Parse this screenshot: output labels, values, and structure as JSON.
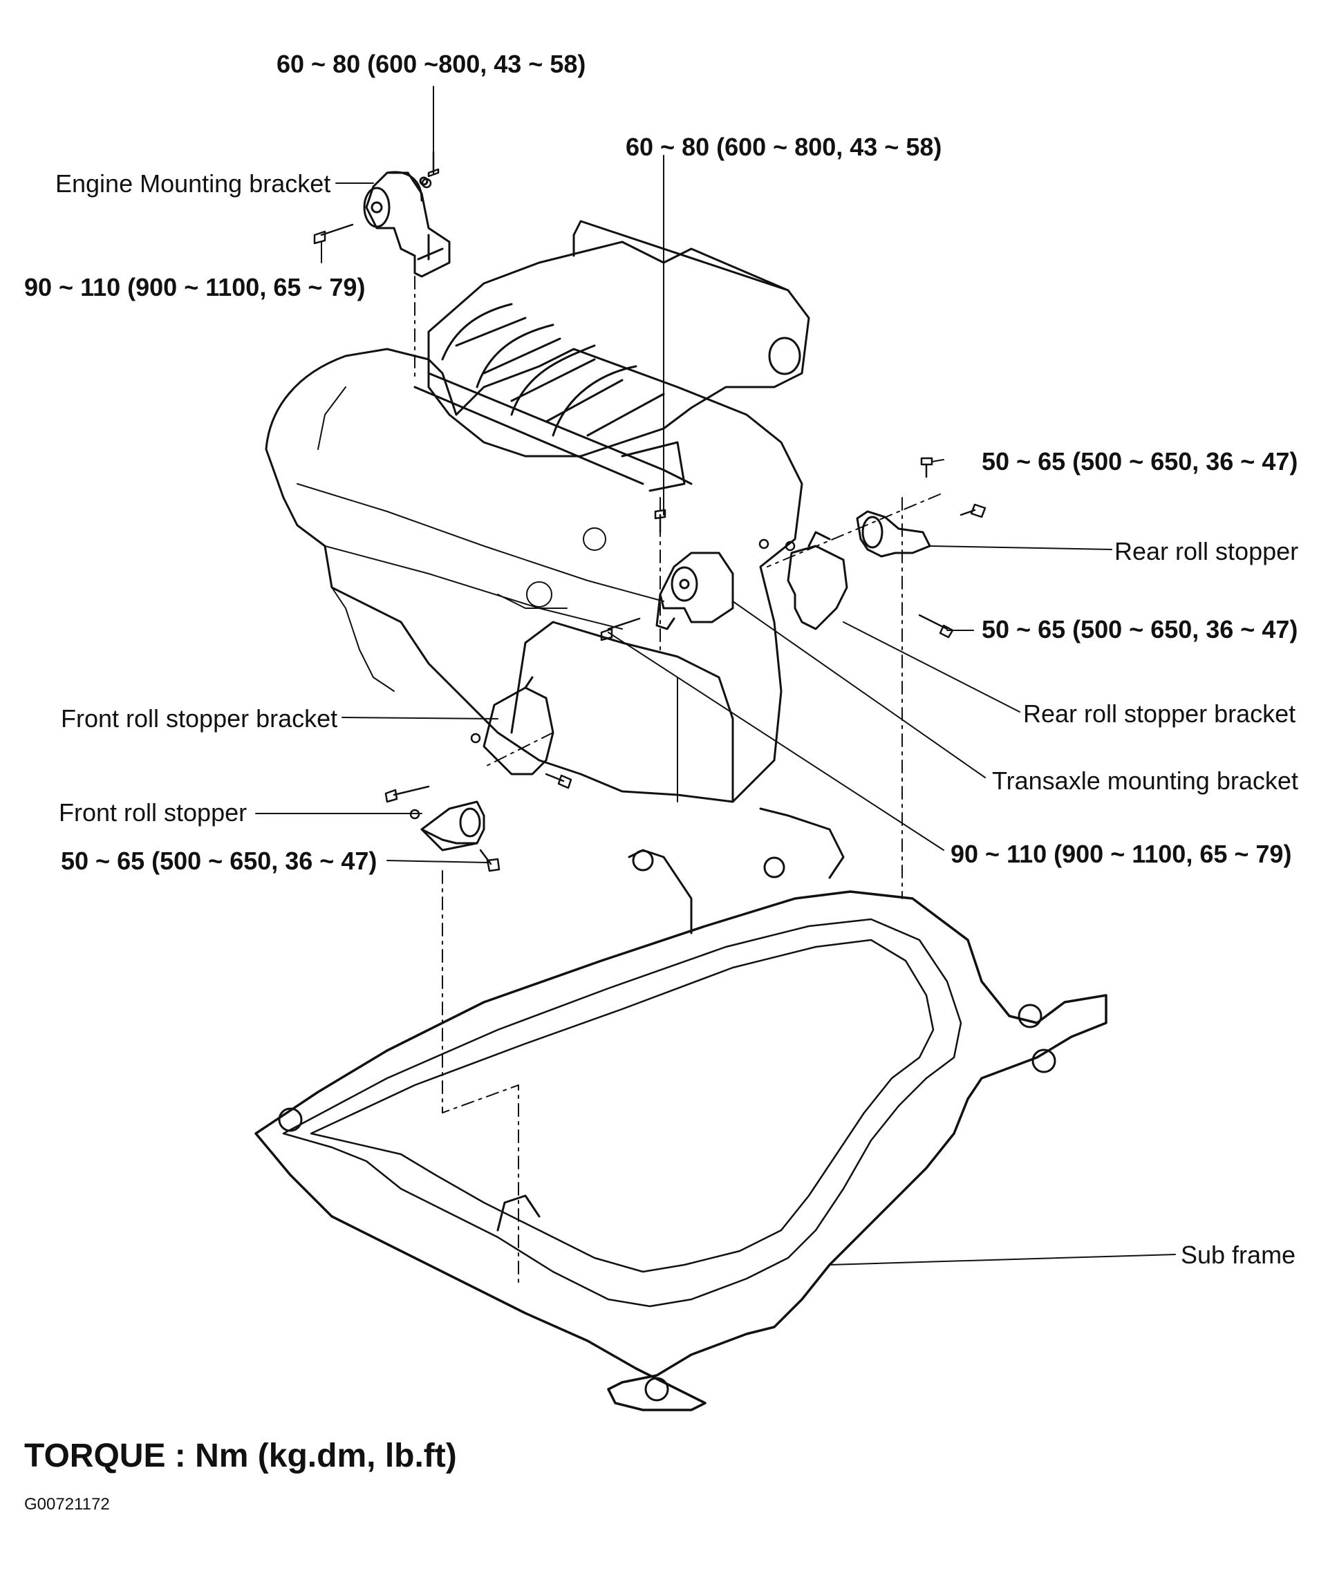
{
  "torque_labels": {
    "engine_mount_top": "60 ~ 80  (600 ~800, 43 ~ 58)",
    "transaxle_top": "60 ~ 80 (600 ~ 800, 43 ~ 58)",
    "engine_mount_side": "90 ~ 110 (900 ~ 1100, 65 ~ 79)",
    "rear_roll_top": "50 ~ 65 (500 ~ 650, 36 ~ 47)",
    "rear_roll_mid": "50 ~ 65 (500 ~ 650, 36 ~ 47)",
    "transaxle_bolt": "90 ~ 110 (900 ~ 1100, 65 ~ 79)",
    "front_roll": "50 ~ 65 (500 ~ 650, 36 ~ 47)"
  },
  "part_labels": {
    "engine_mounting_bracket": "Engine Mounting bracket",
    "rear_roll_stopper": "Rear roll stopper",
    "rear_roll_stopper_bracket": "Rear roll stopper bracket",
    "transaxle_mounting_bracket": "Transaxle mounting bracket",
    "front_roll_stopper_bracket": "Front roll stopper bracket",
    "front_roll_stopper": "Front roll stopper",
    "sub_frame": "Sub frame"
  },
  "caption": "TORQUE : Nm (kg.dm, lb.ft)",
  "figure_code": "G00721172"
}
